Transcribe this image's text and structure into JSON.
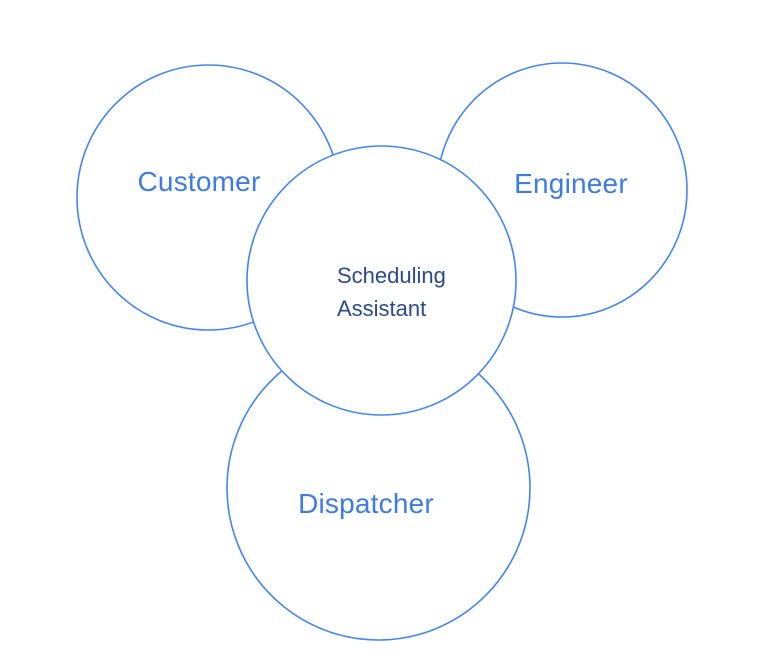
{
  "diagram": {
    "nodes": {
      "customer": {
        "label": "Customer"
      },
      "engineer": {
        "label": "Engineer"
      },
      "dispatcher": {
        "label": "Dispatcher"
      },
      "assistant": {
        "label_line1": "Scheduling",
        "label_line2": "Assistant"
      }
    },
    "colors": {
      "circle_stroke": "#4285f4",
      "node_label_text": "#3d7ce4",
      "assistant_label_text": "#2b4a8c",
      "background": "#ffffff"
    }
  }
}
